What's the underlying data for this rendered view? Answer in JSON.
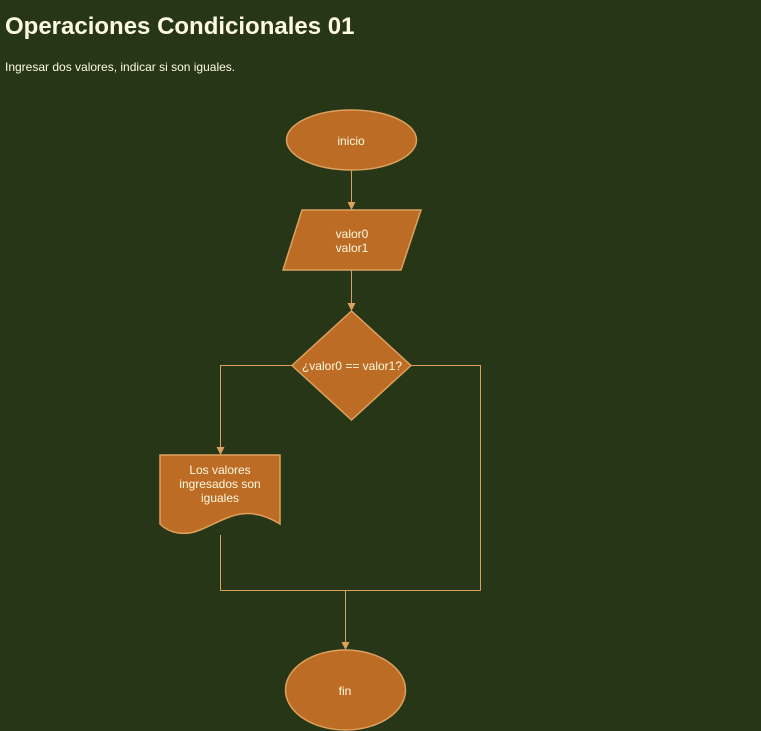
{
  "header": {
    "title": "Operaciones Condicionales 01",
    "description": "Ingresar dos valores, indicar si son iguales."
  },
  "diagram": {
    "nodes": {
      "start": {
        "label": "inicio"
      },
      "input": {
        "lines": [
          "valor0",
          "valor1"
        ]
      },
      "decision": {
        "label": "¿valor0 == valor1?"
      },
      "output": {
        "lines": [
          "Los valores",
          "ingresados son",
          "iguales"
        ]
      },
      "end": {
        "label": "fin"
      }
    }
  },
  "colors": {
    "background": "#283618",
    "node_fill": "#bc6c25",
    "node_stroke": "#dda15e",
    "text": "#fefae0"
  }
}
